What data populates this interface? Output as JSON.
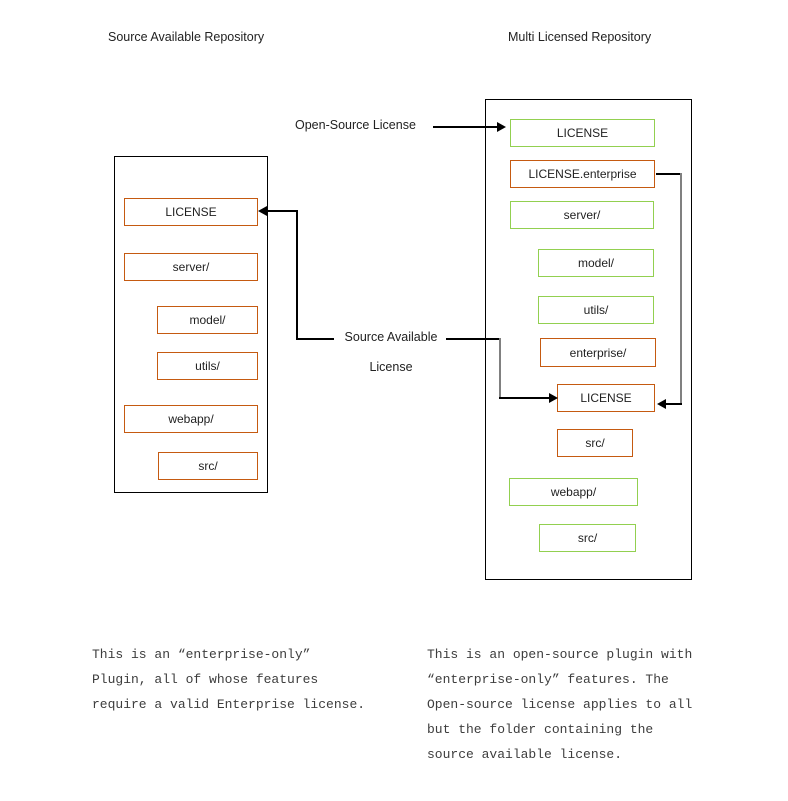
{
  "colors": {
    "open_source_green": "#92d050",
    "enterprise_orange": "#c55a11",
    "line_black": "#000000",
    "line_gray": "#808080"
  },
  "titles": {
    "left": "Source Available Repository",
    "right": "Multi Licensed Repository"
  },
  "connectors": {
    "open_source": {
      "label": "Open-Source License"
    },
    "source_available": {
      "line1": "Source Available",
      "line2": "License"
    }
  },
  "left_repo": {
    "boxes": [
      {
        "label": "LICENSE",
        "license": "source-available"
      },
      {
        "label": "server/",
        "license": "source-available"
      },
      {
        "label": "model/",
        "license": "source-available"
      },
      {
        "label": "utils/",
        "license": "source-available"
      },
      {
        "label": "webapp/",
        "license": "source-available"
      },
      {
        "label": "src/",
        "license": "source-available"
      }
    ]
  },
  "right_repo": {
    "boxes": [
      {
        "label": "LICENSE",
        "license": "open-source"
      },
      {
        "label": "LICENSE.enterprise",
        "license": "source-available"
      },
      {
        "label": "server/",
        "license": "open-source"
      },
      {
        "label": "model/",
        "license": "open-source"
      },
      {
        "label": "utils/",
        "license": "open-source"
      },
      {
        "label": "enterprise/",
        "license": "source-available"
      },
      {
        "label": "LICENSE",
        "license": "source-available"
      },
      {
        "label": "src/",
        "license": "source-available"
      },
      {
        "label": "webapp/",
        "license": "open-source"
      },
      {
        "label": "src/",
        "license": "open-source"
      }
    ]
  },
  "captions": {
    "left": {
      "lines": [
        "This is an “enterprise-only”",
        "Plugin, all of whose features",
        "require a valid Enterprise license."
      ]
    },
    "right": {
      "lines": [
        "This is an open-source plugin with",
        "“enterprise-only” features. The",
        "Open-source license applies to all",
        "but the folder containing the",
        "source available license."
      ]
    }
  }
}
